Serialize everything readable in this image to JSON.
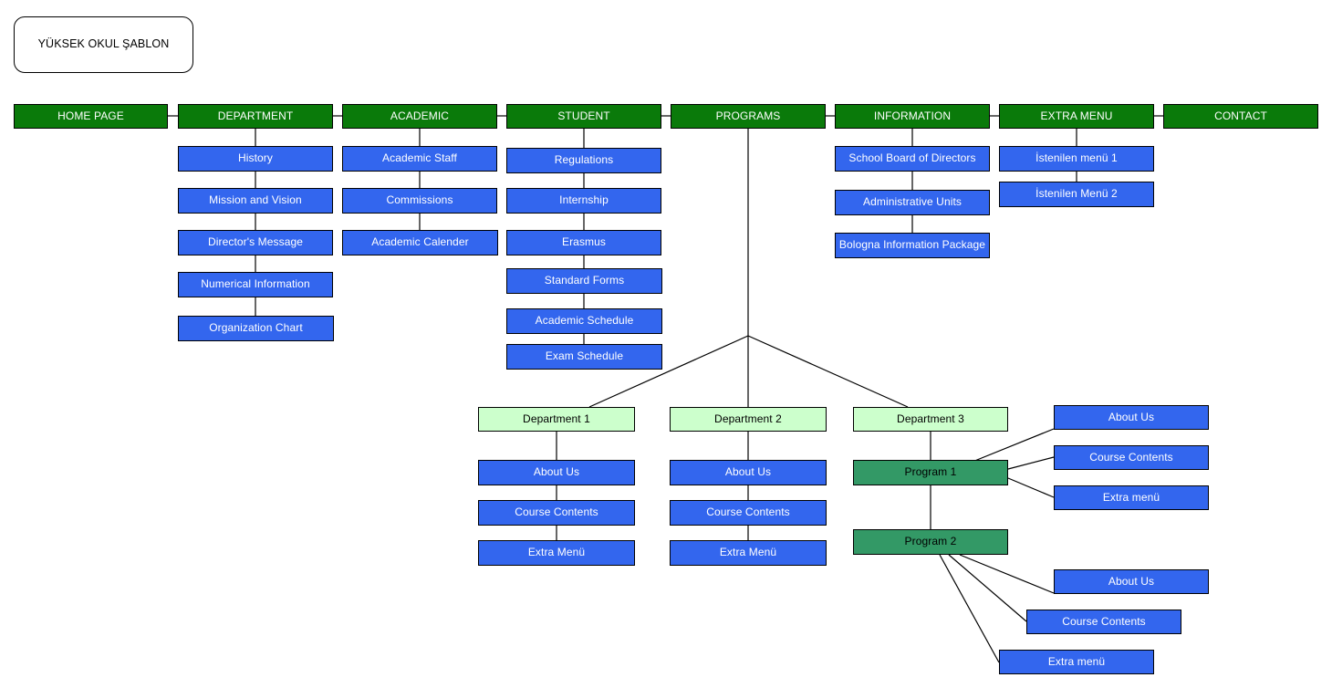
{
  "diagram": {
    "title_box": {
      "label": "YÜKSEK OKUL ŞABLON"
    },
    "colors": {
      "top_menu_green": "#0a7a0a",
      "sub_item_blue": "#3366ee",
      "department_light_green": "#ccffcc",
      "program_green": "#339966",
      "border": "#000000",
      "page_background": "#ffffff"
    },
    "top_menu": [
      {
        "label": "HOME PAGE"
      },
      {
        "label": "DEPARTMENT"
      },
      {
        "label": "ACADEMIC"
      },
      {
        "label": "STUDENT"
      },
      {
        "label": "PROGRAMS"
      },
      {
        "label": "INFORMATION"
      },
      {
        "label": "EXTRA MENU"
      },
      {
        "label": "CONTACT"
      }
    ],
    "department_items": [
      {
        "label": "History"
      },
      {
        "label": "Mission and Vision"
      },
      {
        "label": "Director's Message"
      },
      {
        "label": "Numerical Information"
      },
      {
        "label": "Organization Chart"
      }
    ],
    "academic_items": [
      {
        "label": "Academic Staff"
      },
      {
        "label": "Commissions"
      },
      {
        "label": "Academic Calender"
      }
    ],
    "student_items": [
      {
        "label": "Regulations"
      },
      {
        "label": "Internship"
      },
      {
        "label": "Erasmus"
      },
      {
        "label": "Standard Forms"
      },
      {
        "label": "Academic Schedule"
      },
      {
        "label": "Exam Schedule"
      }
    ],
    "information_items": [
      {
        "label": "School Board of Directors"
      },
      {
        "label": "Administrative Units"
      },
      {
        "label": "Bologna Information Package"
      }
    ],
    "extra_menu_items": [
      {
        "label": "İstenilen menü 1"
      },
      {
        "label": "İstenilen Menü 2"
      }
    ],
    "departments": [
      {
        "label": "Department 1"
      },
      {
        "label": "Department 2"
      },
      {
        "label": "Department 3"
      }
    ],
    "department1_children": [
      {
        "label": "About Us"
      },
      {
        "label": "Course Contents"
      },
      {
        "label": "Extra Menü"
      }
    ],
    "department2_children": [
      {
        "label": "About Us"
      },
      {
        "label": "Course Contents"
      },
      {
        "label": "Extra Menü"
      }
    ],
    "programs": [
      {
        "label": "Program 1"
      },
      {
        "label": "Program 2"
      }
    ],
    "program1_children": [
      {
        "label": "About Us"
      },
      {
        "label": "Course Contents"
      },
      {
        "label": "Extra menü"
      }
    ],
    "program2_children": [
      {
        "label": "About Us"
      },
      {
        "label": "Course Contents"
      },
      {
        "label": "Extra menü"
      }
    ]
  }
}
